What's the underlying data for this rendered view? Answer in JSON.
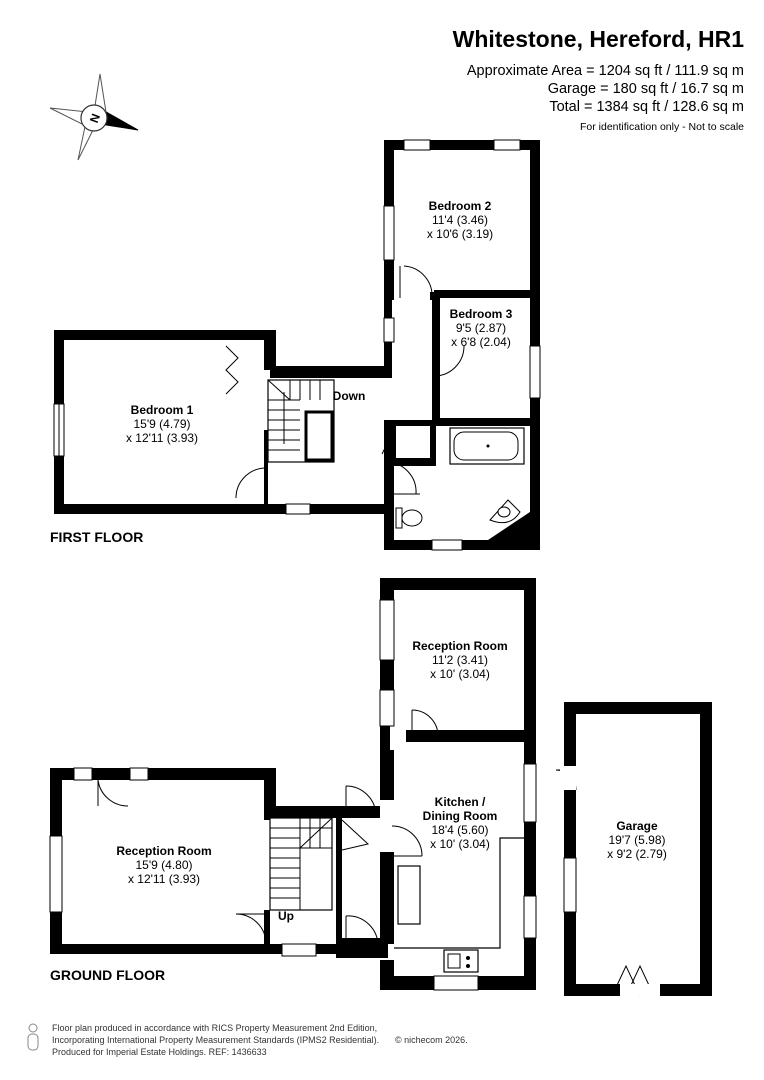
{
  "header": {
    "title": "Whitestone, Hereford, HR1",
    "area_main": "Approximate Area = 1204 sq ft / 111.9 sq m",
    "area_garage": "Garage = 180 sq ft / 16.7 sq m",
    "area_total": "Total = 1384 sq ft / 128.6 sq m",
    "note": "For identification only - Not to scale"
  },
  "compass": {
    "label": "N",
    "icon": "compass-icon"
  },
  "first_floor": {
    "label": "FIRST FLOOR",
    "stairs_label": "Down",
    "rooms": [
      {
        "name": "Bedroom 1",
        "dim1": "15'9 (4.79)",
        "dim2": "x 12'11 (3.93)"
      },
      {
        "name": "Bedroom 2",
        "dim1": "11'4 (3.46)",
        "dim2": "x 10'6 (3.19)"
      },
      {
        "name": "Bedroom 3",
        "dim1": "9'5 (2.87)",
        "dim2": "x 6'8 (2.04)"
      }
    ]
  },
  "ground_floor": {
    "label": "GROUND FLOOR",
    "stairs_label": "Up",
    "rooms": [
      {
        "name": "Reception Room",
        "dim1": "15'9 (4.80)",
        "dim2": "x 12'11 (3.93)"
      },
      {
        "name": "Reception Room",
        "dim1": "11'2 (3.41)",
        "dim2": "x 10' (3.04)"
      },
      {
        "name_line1": "Kitchen /",
        "name_line2": "Dining Room",
        "dim1": "18'4 (5.60)",
        "dim2": "x 10' (3.04)"
      },
      {
        "name": "Garage",
        "dim1": "19'7 (5.98)",
        "dim2": "x 9'2 (2.79)"
      }
    ]
  },
  "footer": {
    "line1": "Floor plan produced in accordance with RICS Property Measurement 2nd Edition,",
    "line2": "Incorporating International Property Measurement Standards (IPMS2 Residential).",
    "line3": "Produced for Imperial Estate Holdings.   REF:  1436633",
    "brand": "© nichecom 2026."
  }
}
